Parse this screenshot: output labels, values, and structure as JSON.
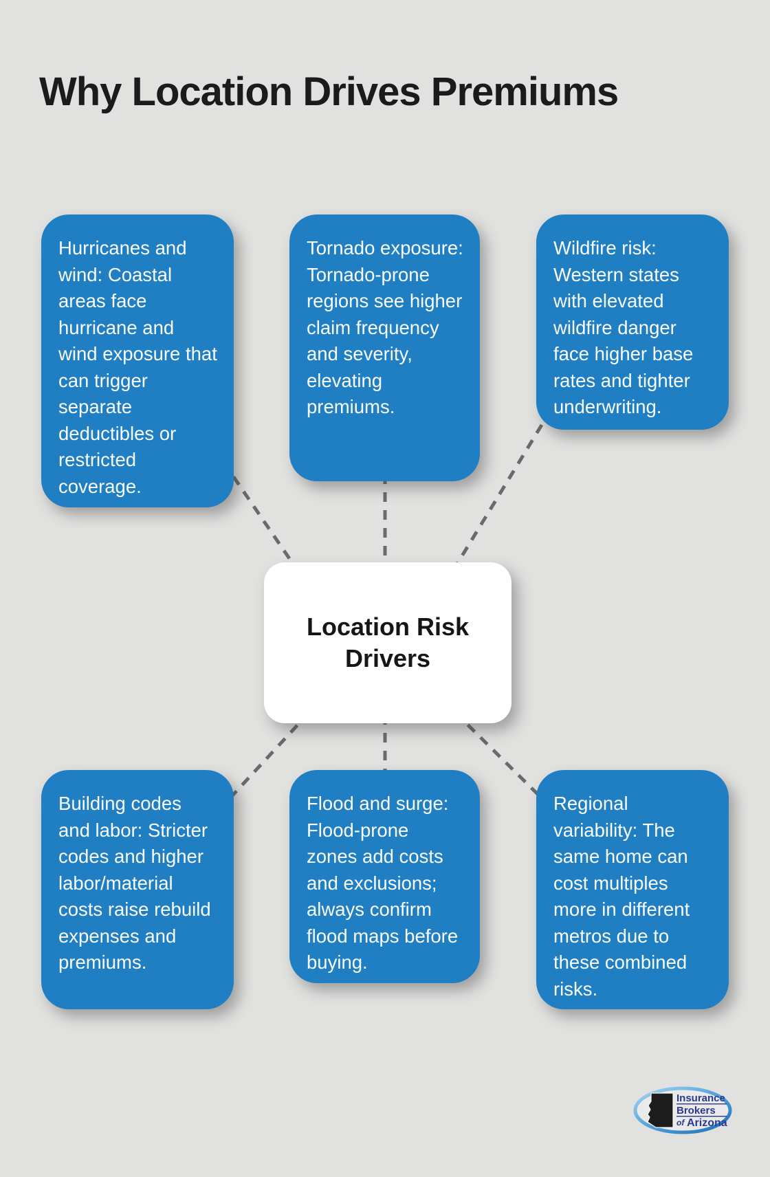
{
  "title": "Why Location Drives Premiums",
  "center_node": {
    "label": "Location Risk Drivers"
  },
  "nodes": [
    {
      "id": "hurricanes-wind",
      "text": "Hurricanes and wind: Coastal areas face hurricane and wind exposure that can trigger separate deductibles or restricted coverage."
    },
    {
      "id": "tornado-exposure",
      "text": "Tornado exposure: Tornado-prone regions see higher claim frequency and severity, elevating premiums."
    },
    {
      "id": "wildfire-risk",
      "text": "Wildfire risk: Western states with elevated wildfire danger face higher base rates and tighter underwriting."
    },
    {
      "id": "building-codes-labor",
      "text": "Building codes and labor: Stricter codes and higher labor/material costs raise rebuild expenses and premiums."
    },
    {
      "id": "flood-surge",
      "text": "Flood and surge: Flood-prone zones add costs and exclusions; always confirm flood maps before buying."
    },
    {
      "id": "regional-variability",
      "text": "Regional variability: The same home can cost multiples more in different metros due to these combined risks."
    }
  ],
  "logo": {
    "line1": "Insurance",
    "line2": "Brokers",
    "of": "of",
    "region": "Arizona"
  },
  "colors": {
    "background": "#e1e2e0",
    "node_blue": "#207ec3",
    "node_text": "#fafdfe",
    "connector_gray": "#6a6a6a",
    "title_black": "#1b1b1b",
    "logo_navy": "#2b3a91"
  }
}
